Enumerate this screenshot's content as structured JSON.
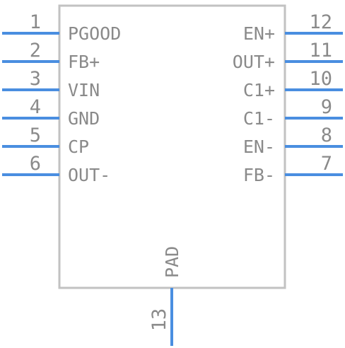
{
  "component": {
    "left_pins": [
      {
        "number": "1",
        "label": "PGOOD"
      },
      {
        "number": "2",
        "label": "FB+"
      },
      {
        "number": "3",
        "label": "VIN"
      },
      {
        "number": "4",
        "label": "GND"
      },
      {
        "number": "5",
        "label": "CP"
      },
      {
        "number": "6",
        "label": "OUT-"
      }
    ],
    "right_pins": [
      {
        "number": "12",
        "label": "EN+"
      },
      {
        "number": "11",
        "label": "OUT+"
      },
      {
        "number": "10",
        "label": "C1+"
      },
      {
        "number": "9",
        "label": "C1-"
      },
      {
        "number": "8",
        "label": "EN-"
      },
      {
        "number": "7",
        "label": "FB-"
      }
    ],
    "bottom_pin": {
      "number": "13",
      "label": "PAD"
    }
  },
  "colors": {
    "body_outline": "#c2c2c2",
    "pin_line": "#4a8ee0",
    "text": "#8a8a8a"
  }
}
